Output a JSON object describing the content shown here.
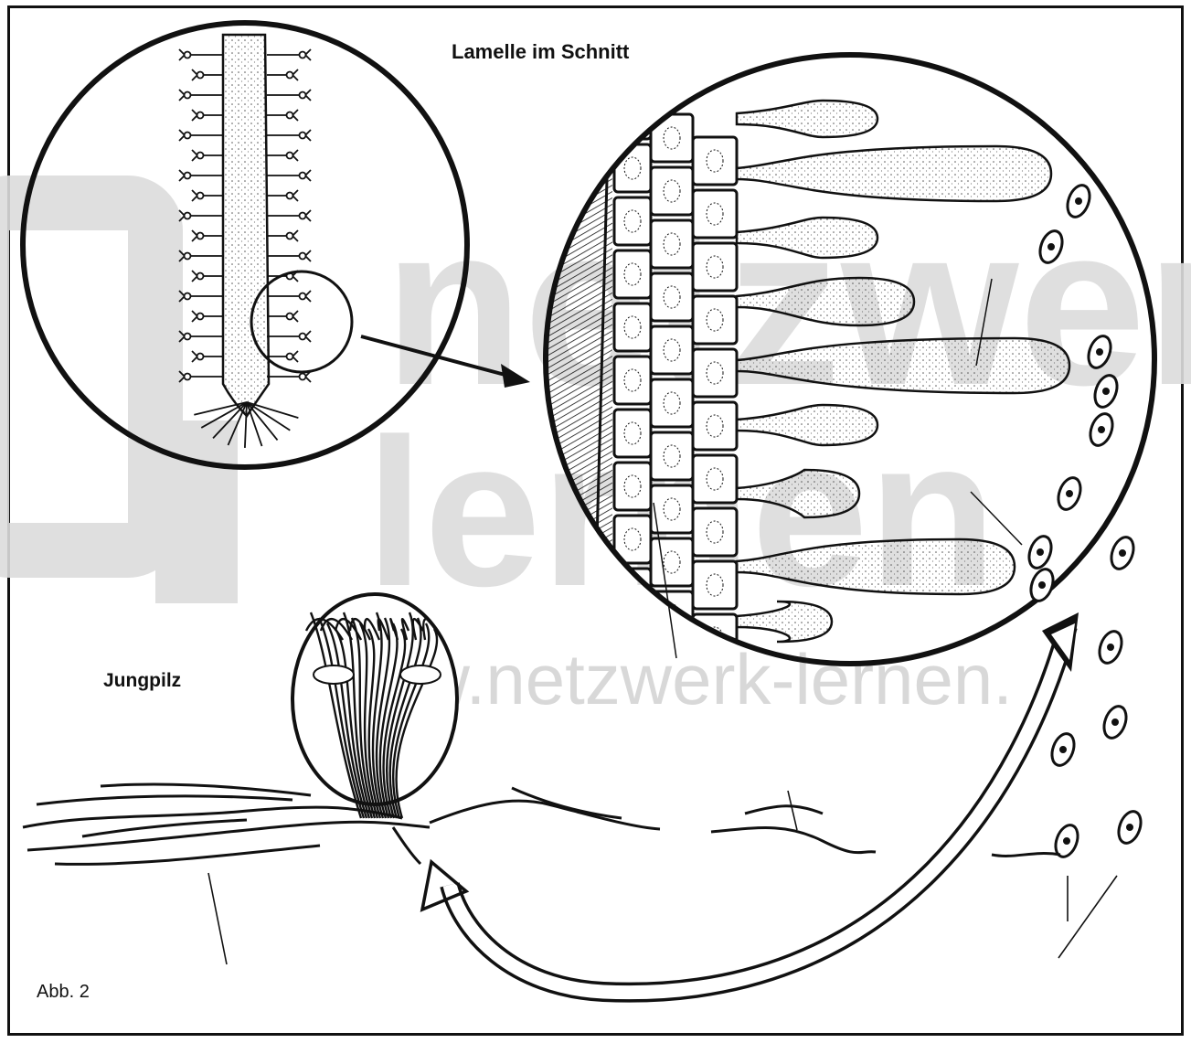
{
  "labels": {
    "title": "Lamelle im Schnitt",
    "young_fungus": "Jungpilz",
    "figure_number": "Abb. 2"
  },
  "watermark": {
    "brand": "netzwerk lernen",
    "url": "www.netzwerk-lernen."
  },
  "colors": {
    "ink": "#111111",
    "watermark": "#d9d9d9",
    "background": "#ffffff"
  }
}
